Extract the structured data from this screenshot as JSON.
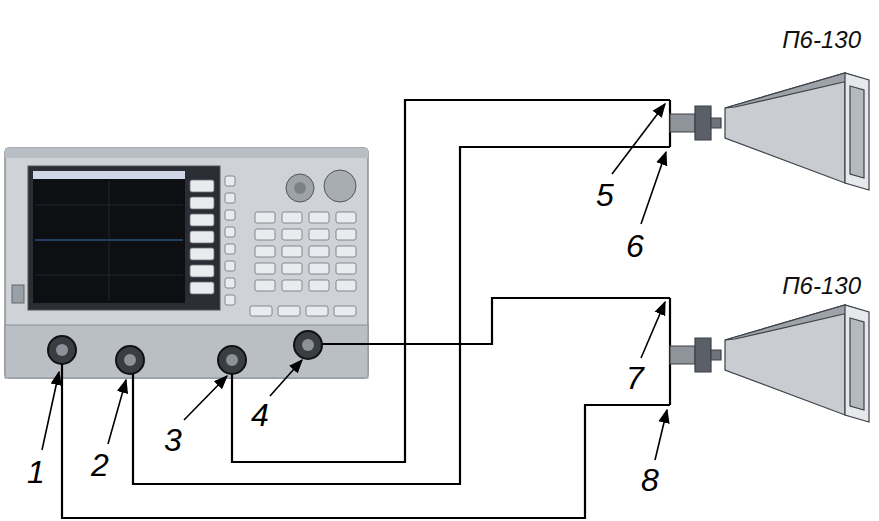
{
  "diagram": {
    "nodes": [
      {
        "text": [
          "П6-130"
        ]
      },
      {
        "text": [
          "П6-130"
        ]
      }
    ],
    "labels": [
      "1",
      "2",
      "3",
      "4",
      "5",
      "6",
      "7",
      "8"
    ]
  }
}
